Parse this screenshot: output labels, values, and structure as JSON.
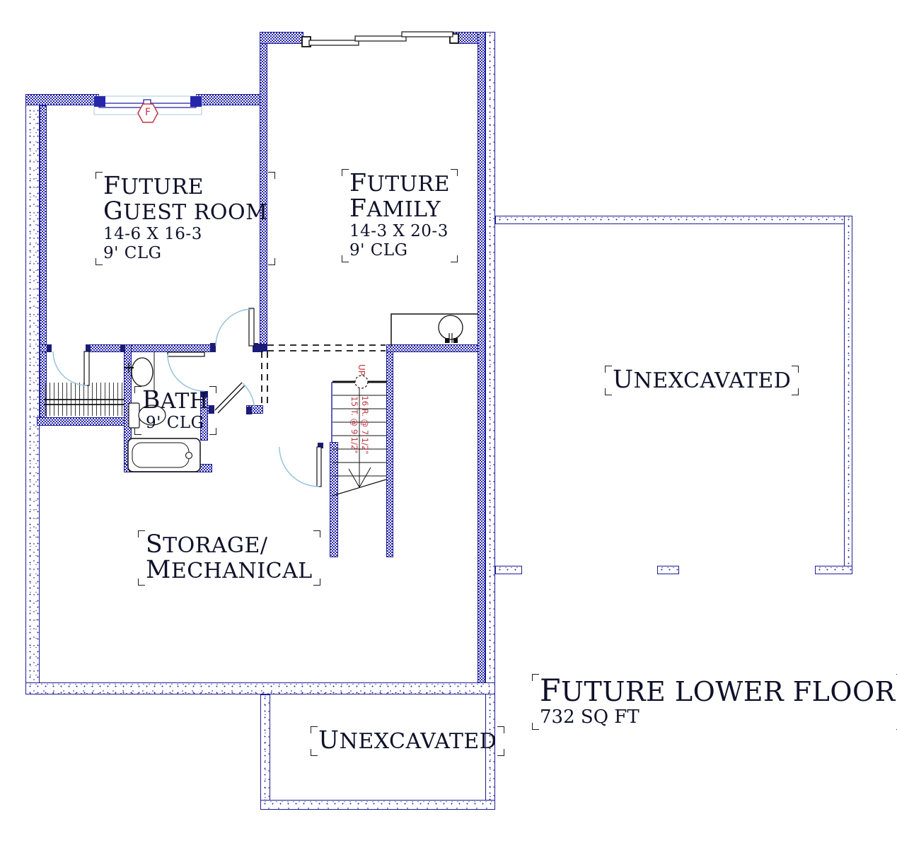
{
  "drawing": {
    "rooms": {
      "guest": {
        "line1": "FUTURE",
        "line2": "GUEST ROOM",
        "dims": "14-6 X 16-3",
        "ceiling": "9' CLG"
      },
      "family": {
        "line1": "FUTURE",
        "line2": "FAMILY",
        "dims": "14-3 X 20-3",
        "ceiling": "9' CLG"
      },
      "bath": {
        "name": "BATH",
        "ceiling": "9' CLG"
      },
      "storage": {
        "line1": "STORAGE/",
        "line2": "MECHANICAL"
      },
      "unexcavated_right": "UNEXCAVATED",
      "unexcavated_bottom": "UNEXCAVATED"
    },
    "title": {
      "name": "FUTURE LOWER FLOOR",
      "area": "732 SQ FT"
    },
    "stair": {
      "up_label": "UP",
      "riser_note": "16 R. @ 7 1/2\"",
      "tread_note": "15 T. @ 9 1/2\""
    },
    "window_marker": {
      "label": "F"
    },
    "colors": {
      "wall_blue": "#2626ab",
      "door_arc_blue": "#8fc0de",
      "annotation_red": "#c03540",
      "line_black": "#111111"
    }
  }
}
